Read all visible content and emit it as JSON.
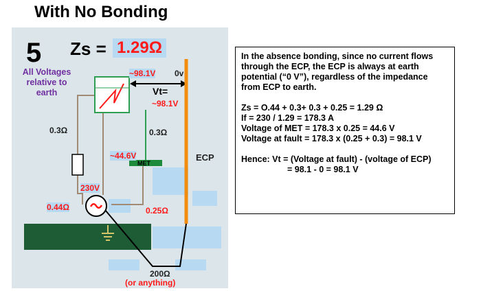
{
  "title": "With No Bonding",
  "slide_number": "5",
  "zs": {
    "label": "Zs =",
    "value": "1.29Ω"
  },
  "voltage_note": "All Voltages relative to earth",
  "diagram": {
    "v_fault": "~98.1V",
    "v_zero": "0v",
    "vt_label": "Vt=",
    "vt_value": "~98.1V",
    "r_left": "0.3Ω",
    "r_right": "0.3Ω",
    "v_met": "~44.6V",
    "met_label": "MET",
    "ecp_label": "ECP",
    "source_voltage": "230V",
    "r_source": "0.44Ω",
    "r_met_earth": "0.25Ω",
    "r_earth": "200Ω",
    "r_earth_note": "(or anything)",
    "colors": {
      "wire": "#a08a73",
      "ecp": "#f28c0f",
      "earth": "#1e5c35",
      "appliance": "#2e9e52",
      "highlight": "#b7d9f2",
      "panel": "#dbe5ea"
    }
  },
  "explanation": {
    "intro": "In the absence bonding, since no current flows through the ECP, the ECP is always at earth potential (“0 V”), regardless of the impedance from ECP to earth.",
    "calc": [
      "Zs = O.44 + 0.3+ 0.3 +  0.25  = 1.29 Ω",
      "If = 230 / 1.29 = 178.3 A",
      "Voltage of MET = 178.3 x 0.25 = 44.6 V",
      "Voltage at fault = 178.3 x (0.25 + 0.3) = 98.1 V"
    ],
    "hence_line1": "Hence:  Vt = (Voltage at fault) - (voltage of ECP)",
    "hence_line2": "= 98.1 - 0 = 98.1 V"
  }
}
